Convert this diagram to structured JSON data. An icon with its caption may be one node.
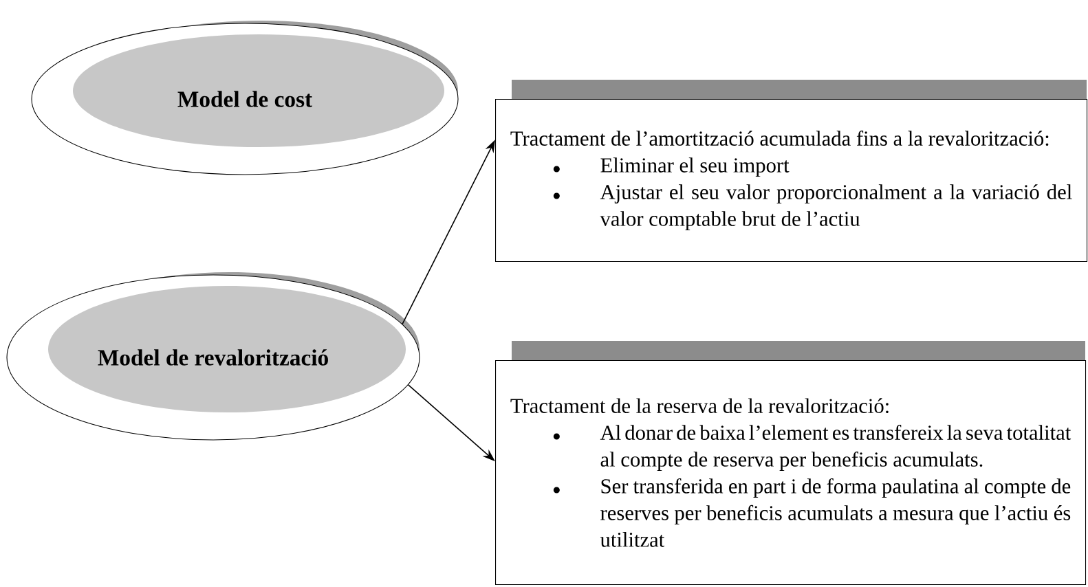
{
  "diagram": {
    "nodes": [
      {
        "text": [
          "Model de cost"
        ]
      },
      {
        "text": [
          "Model de revalorització"
        ]
      },
      {
        "text": [
          "Tractament de l’amortització acumulada fins a la revalorització:",
          "Eliminar el seu import",
          "Ajustar el seu valor proporcionalment a la variació del valor comptable brut de l’actiu"
        ]
      },
      {
        "text": [
          "Tractament de la reserva de la revalorització:",
          "Al donar de baixa l’element es transfereix la seva totalitat al compte de reserva per beneficis acumulats.",
          "Ser transferida en part i de forma paulatina al compte de reserves per beneficis acumulats a mesura que l’actiu és utilitzat"
        ]
      }
    ],
    "edges": [
      {
        "from": 1,
        "to": 2,
        "arrow": "to"
      },
      {
        "from": 1,
        "to": 3,
        "arrow": "to"
      }
    ]
  }
}
